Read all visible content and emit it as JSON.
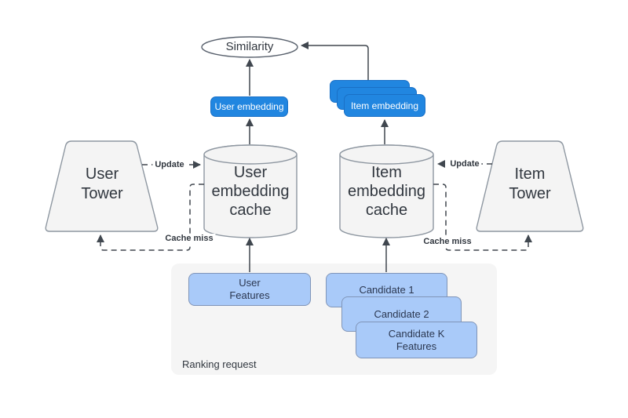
{
  "colors": {
    "canvas": "#ffffff",
    "accent-blue": "#2186e0",
    "accent-blue-border": "#1a70c6",
    "light-blue": "#a9caf9",
    "light-blue-border": "#8095b8",
    "shape-fill": "#f4f4f4",
    "shape-stroke": "#8e97a1",
    "ellipse-stroke": "#5a626e",
    "edge": "#40474f",
    "container-fill": "#f5f5f5",
    "text-dark": "#31373f",
    "navy-text": "#2b3750"
  },
  "nodes": {
    "similarity": "Similarity",
    "user_embedding": "User embedding",
    "item_embedding": "Item embedding",
    "user_tower": "User\nTower",
    "item_tower": "Item\nTower",
    "user_cache": "User\nembedding\ncache",
    "item_cache": "Item\nembedding\ncache",
    "user_features": "User\nFeatures",
    "candidate_1": "Candidate 1",
    "candidate_2": "Candidate 2",
    "candidate_k": "Candidate K\nFeatures",
    "ranking_request": "Ranking request"
  },
  "edge_labels": {
    "update_left": "Update",
    "update_right": "Update",
    "cache_miss_left": "Cache miss",
    "cache_miss_right": "Cache miss"
  }
}
